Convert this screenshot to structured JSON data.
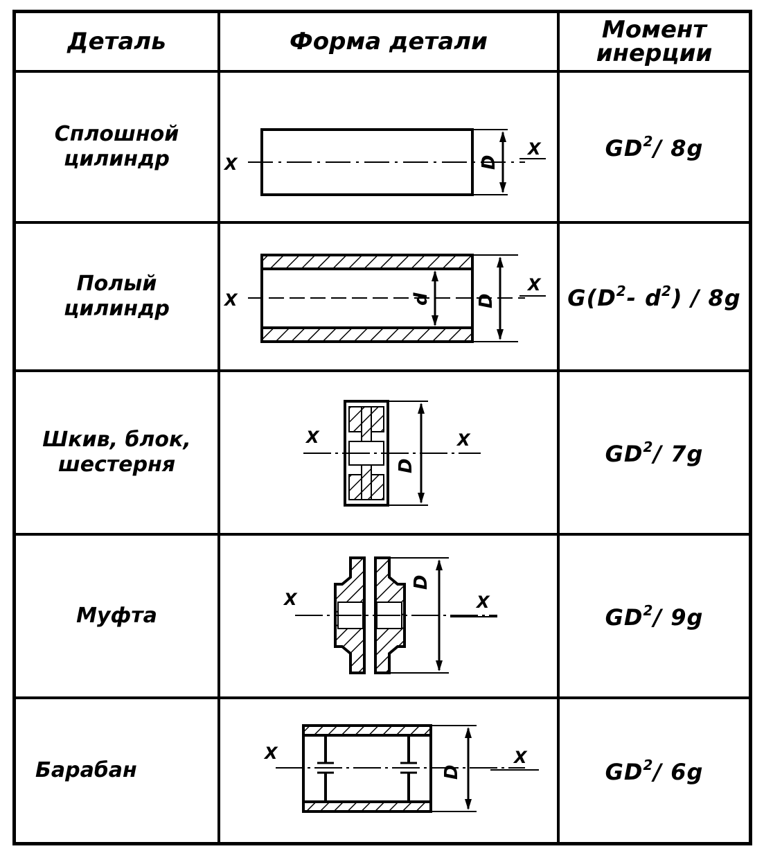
{
  "headers": {
    "part": "Деталь",
    "shape": "Форма детали",
    "moment": "Момент\nинерции"
  },
  "rows": [
    {
      "part": "Сплошной\nцилиндр",
      "formula": {
        "pre": "GD",
        "exp": "2",
        "post": "/ 8g"
      },
      "labels": {
        "axis_left": "X",
        "axis_right": "X",
        "dim_D": "D"
      }
    },
    {
      "part": "Полый\nцилиндр",
      "formula": {
        "pre": "G(D",
        "exp": "2",
        "mid": "- d",
        "exp2": "2",
        "post": ") / 8g"
      },
      "labels": {
        "axis_left": "X",
        "axis_right": "X",
        "dim_D": "D",
        "dim_d": "d"
      }
    },
    {
      "part": "Шкив, блок,\nшестерня",
      "formula": {
        "pre": "GD",
        "exp": "2",
        "post": "/ 7g"
      },
      "labels": {
        "axis_left": "X",
        "axis_right": "X",
        "dim_D": "D"
      }
    },
    {
      "part": "Муфта",
      "formula": {
        "pre": "GD",
        "exp": "2",
        "post": "/ 9g"
      },
      "labels": {
        "axis_left": "X",
        "axis_right": "X",
        "dim_D": "D"
      }
    },
    {
      "part": "Барабан",
      "formula": {
        "pre": "GD",
        "exp": "2",
        "post": "/ 6g"
      },
      "labels": {
        "axis_left": "X",
        "axis_right": "X",
        "dim_D": "D"
      }
    }
  ]
}
